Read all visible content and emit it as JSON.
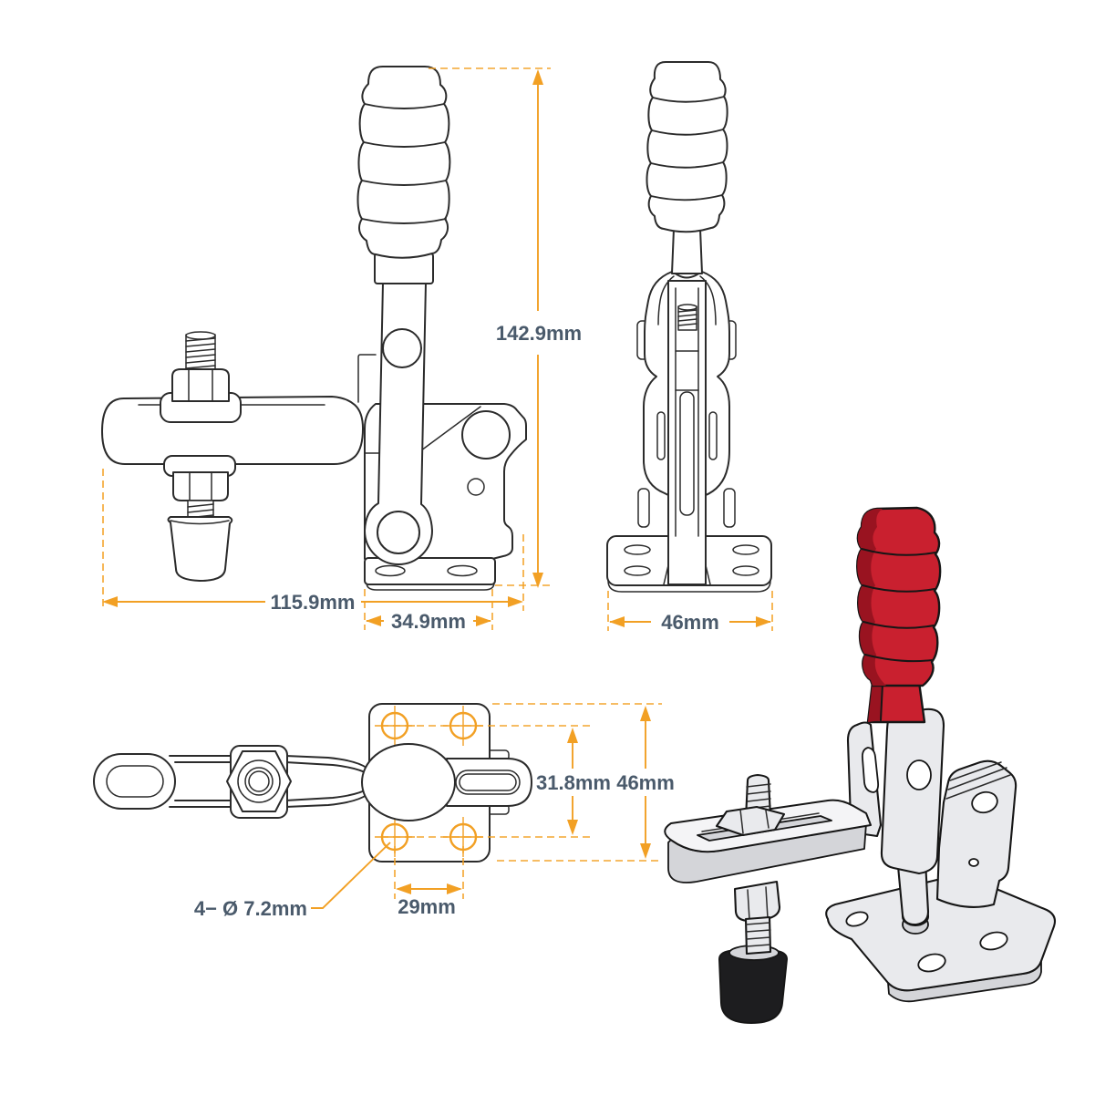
{
  "colors": {
    "dimension_accent": "#F2A024",
    "dimension_text": "#4A5A6B",
    "line_art": "#2B2B2B",
    "outline_dark": "#161616",
    "handle_red": "#C9202F",
    "handle_red_shade": "#991320",
    "metal_gray": "#E9EAED",
    "metal_gray_shade": "#D4D5D9",
    "rubber_black": "#1D1D1F"
  },
  "views": {
    "front": {
      "dims": {
        "overall_height": "142.9mm",
        "overall_width": "115.9mm",
        "base_width": "34.9mm"
      }
    },
    "side": {
      "dims": {
        "base_width": "46mm"
      }
    },
    "top": {
      "dims": {
        "hole_pitch_vertical": "31.8mm",
        "base_length": "46mm",
        "hole_pitch_horizontal": "29mm",
        "mounting_hole_callout": "4− Ø 7.2mm"
      }
    }
  }
}
